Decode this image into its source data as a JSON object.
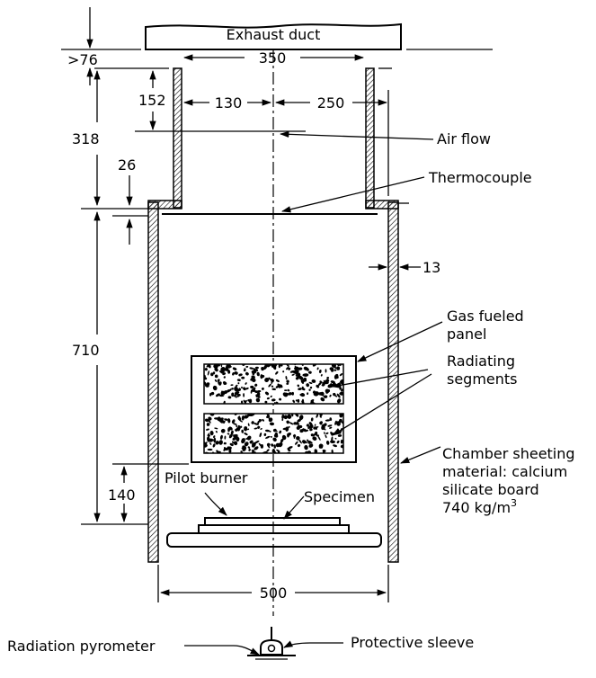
{
  "labels": {
    "exhaust_duct": "Exhaust duct",
    "air_flow": "Air flow",
    "thermocouple": "Thermocouple",
    "gas_fueled_panel_1": "Gas fueled",
    "gas_fueled_panel_2": "panel",
    "radiating_segments_1": "Radiating",
    "radiating_segments_2": "segments",
    "chamber_1": "Chamber sheeting",
    "chamber_2": "material: calcium",
    "chamber_3": "silicate board",
    "chamber_4": "740 kg/m",
    "chamber_4_sup": "3",
    "pilot_burner": "Pilot burner",
    "specimen": "Specimen",
    "radiation_pyrometer": "Radiation pyrometer",
    "protective_sleeve": "Protective sleeve"
  },
  "dimensions": {
    "gt76": ">76",
    "d350": "350",
    "d152": "152",
    "d130": "130",
    "d250": "250",
    "d318": "318",
    "d26": "26",
    "d13": "13",
    "d710": "710",
    "d140": "140",
    "d500": "500"
  },
  "colors": {
    "line": "#000000",
    "background": "#ffffff"
  }
}
